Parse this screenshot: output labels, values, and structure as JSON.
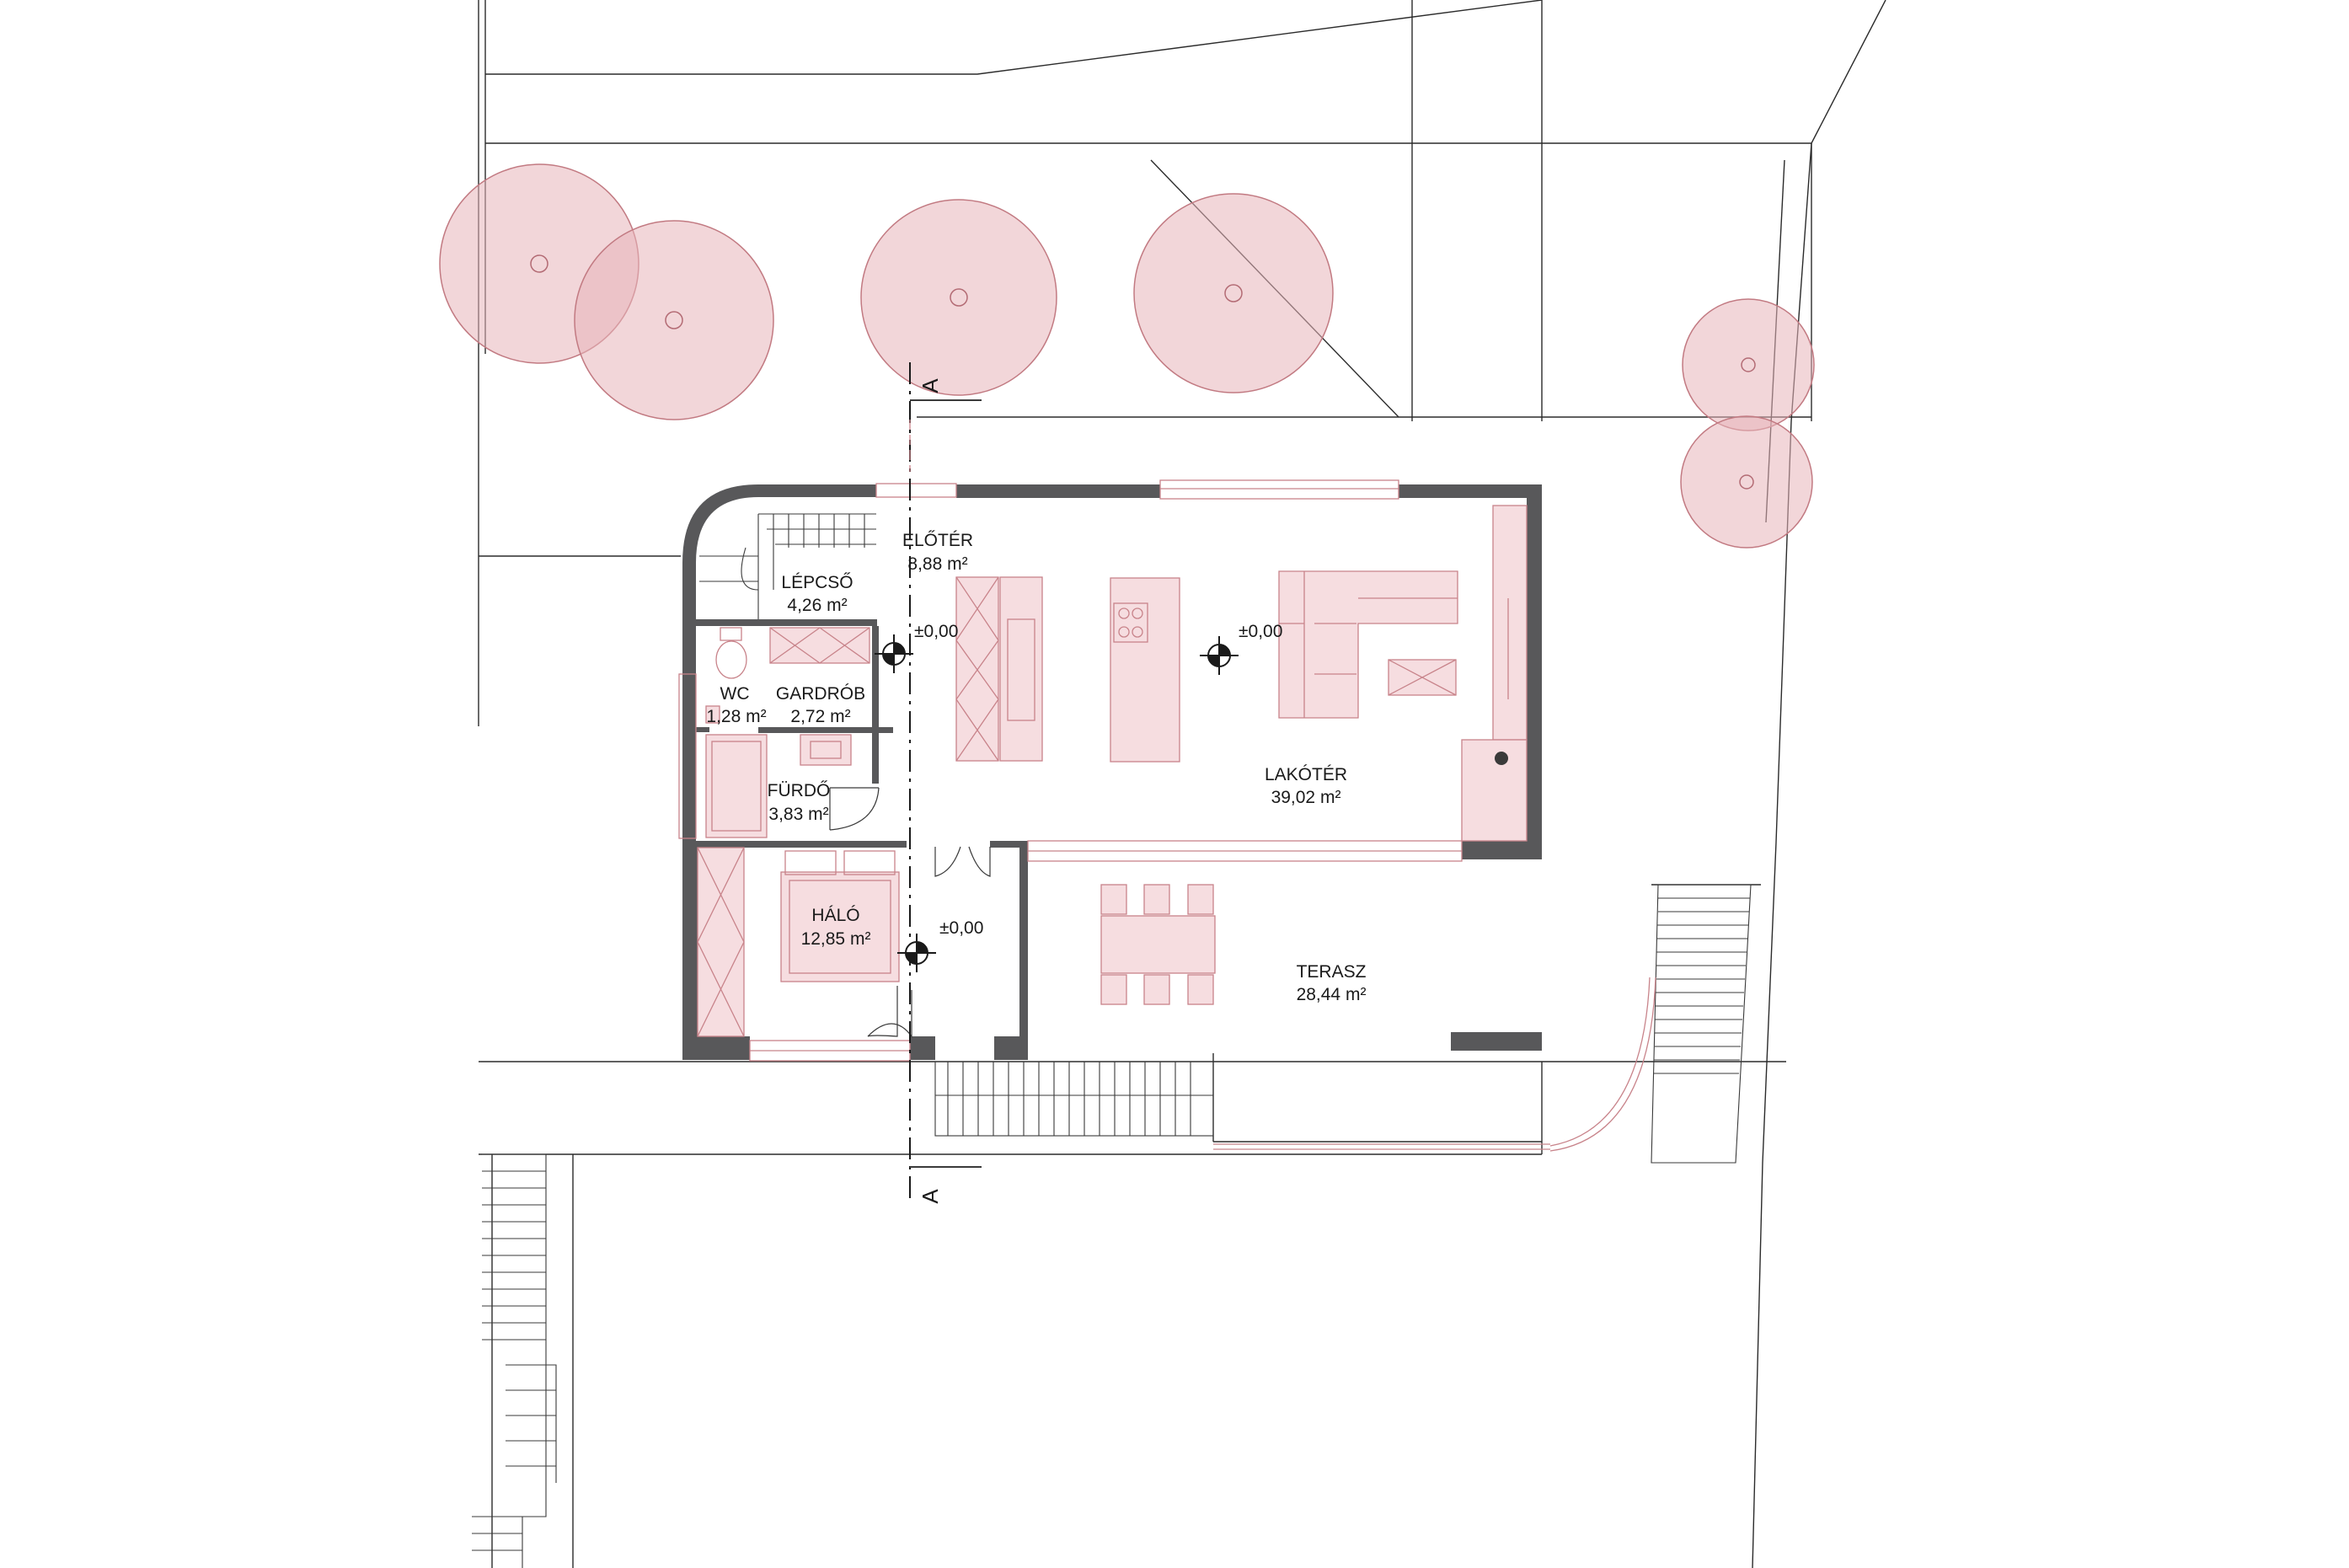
{
  "rooms": [
    {
      "id": "eloter",
      "name": "ELŐTÉR",
      "area": "8,88 m²"
    },
    {
      "id": "lepcso",
      "name": "LÉPCSŐ",
      "area": "4,26 m²"
    },
    {
      "id": "wc",
      "name": "WC",
      "area": "1,28 m²"
    },
    {
      "id": "gardrob",
      "name": "GARDRÓB",
      "area": "2,72 m²"
    },
    {
      "id": "furdo",
      "name": "FÜRDŐ",
      "area": "3,83 m²"
    },
    {
      "id": "halo",
      "name": "HÁLÓ",
      "area": "12,85 m²"
    },
    {
      "id": "lakoter",
      "name": "LAKÓTÉR",
      "area": "39,02 m²"
    },
    {
      "id": "terasz",
      "name": "TERASZ",
      "area": "28,44 m²"
    }
  ],
  "levels": [
    "±0,00",
    "±0,00",
    "±0,00"
  ],
  "section_cut": {
    "top_label": "A",
    "bottom_label": "A"
  },
  "colors": {
    "wall": "#58585a",
    "furniture": "#f6dde0",
    "furniture_stroke": "#c8838a",
    "tree": "#e8b4ba",
    "site_line": "#2b2b2b"
  }
}
